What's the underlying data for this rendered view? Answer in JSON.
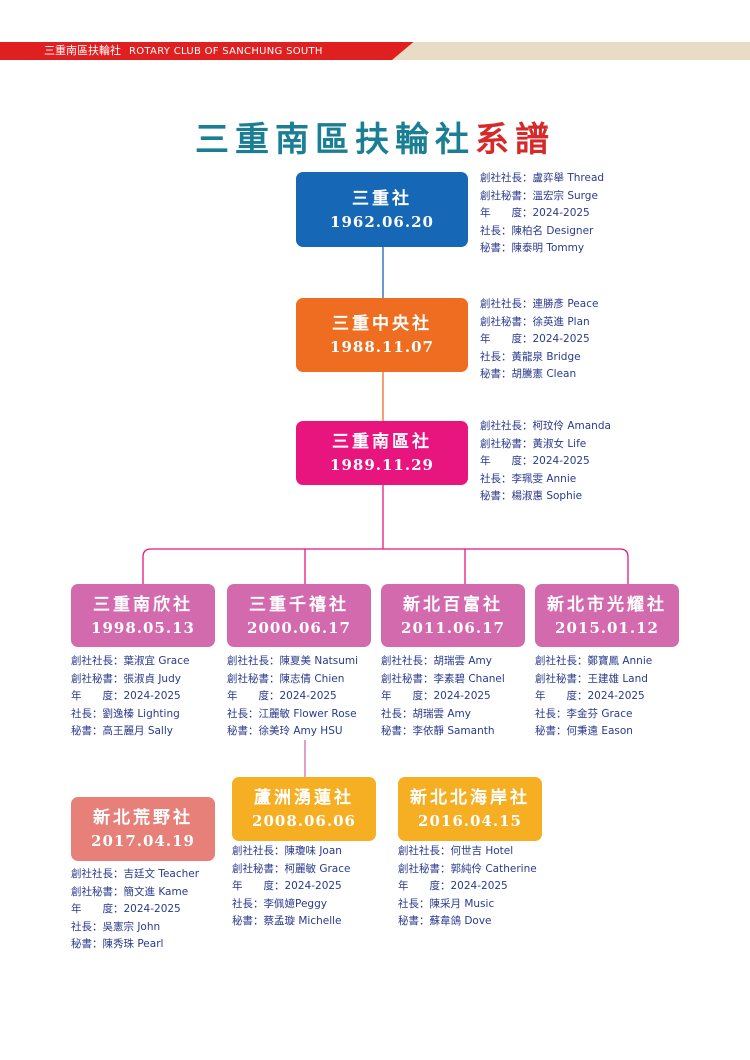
{
  "header": {
    "club_zh": "三重南區扶輪社",
    "club_en": "ROTARY CLUB OF SANCHUNG SOUTH"
  },
  "title": {
    "main": "三重南區扶輪社",
    "accent": "系譜"
  },
  "colors": {
    "header_red": "#e02020",
    "header_beige": "#e8dcc6",
    "title_teal": "#1a7f95",
    "title_red": "#d62a2a",
    "sanchung_blue": "#1667b5",
    "central_orange": "#ee6d20",
    "south_magenta": "#e8157e",
    "child_pink": "#d46aae",
    "salmon": "#e8807a",
    "gold": "#f6ae23",
    "info_text": "#2a3a8c",
    "info_accent": "#2a8aa8"
  },
  "clubs": [
    {
      "name": "三重社",
      "date": "1962.06.20",
      "info": [
        "創社社長：盧弈舉 Thread",
        "創社秘書：溫宏宗 Surge",
        "年　　度：2024-2025",
        "社長：陳柏名 Designer",
        "秘書：陳泰明 Tommy"
      ]
    },
    {
      "name": "三重中央社",
      "date": "1988.11.07",
      "info": [
        "創社社長：連勝彥 Peace",
        "創社秘書：徐英進 Plan",
        "年　　度：2024-2025",
        "社長：黃龍泉 Bridge",
        "秘書：胡騰憲 Clean"
      ]
    },
    {
      "name": "三重南區社",
      "date": "1989.11.29",
      "info": [
        "創社社長：柯玟伶 Amanda",
        "創社秘書：黃淑女 Life",
        "年　　度：2024-2025",
        "社長：李珮雯 Annie",
        "秘書：楊淑惠 Sophie"
      ]
    },
    {
      "name": "三重南欣社",
      "date": "1998.05.13",
      "info": [
        "創社社長：葉淑宜 Grace",
        "創社秘書：張淑貞 Judy",
        "年　　度：2024-2025",
        "社長：劉逸榛 Lighting",
        "秘書：高王麗月 Sally"
      ]
    },
    {
      "name": "三重千禧社",
      "date": "2000.06.17",
      "info": [
        "創社社長：陳夏美 Natsumi",
        "創社秘書：陳志倩 Chien",
        "年　　度：2024-2025",
        "社長：江麗敏 Flower Rose",
        "秘書：徐美玲 Amy HSU"
      ]
    },
    {
      "name": "新北百富社",
      "date": "2011.06.17",
      "info": [
        "創社社長：胡瑞雲 Amy",
        "創社秘書：李素碧 Chanel",
        "年　　度：2024-2025",
        "社長：胡瑞雲 Amy",
        "秘書：李依靜 Samanth"
      ]
    },
    {
      "name": "新北市光耀社",
      "date": "2015.01.12",
      "info": [
        "創社社長：鄭寶鳳 Annie",
        "創社秘書：王建雄 Land",
        "年　　度：2024-2025",
        "社長：李金芬 Grace",
        "秘書：何秉遠 Eason"
      ]
    },
    {
      "name": "新北荒野社",
      "date": "2017.04.19",
      "info": [
        "創社社長：吉廷文 Teacher",
        "創社秘書：簡文進 Kame",
        "年　　度：2024-2025",
        "社長：吳憲宗 John",
        "秘書：陳秀珠 Pearl"
      ]
    },
    {
      "name": "蘆洲湧蓮社",
      "date": "2008.06.06",
      "info": [
        "創社社長：陳瓊味 Joan",
        "創社秘書：柯麗敏 Grace",
        "年　　度：2024-2025",
        "社長：李佩嬑Peggy",
        "秘書：蔡孟璇 Michelle"
      ]
    },
    {
      "name": "新北北海岸社",
      "date": "2016.04.15",
      "info": [
        "創社社長：何世吉 Hotel",
        "創社秘書：郭純伶 Catherine",
        "年　　度：2024-2025",
        "社長：陳采月 Music",
        "秘書：蘇韋鴿 Dove"
      ]
    }
  ]
}
